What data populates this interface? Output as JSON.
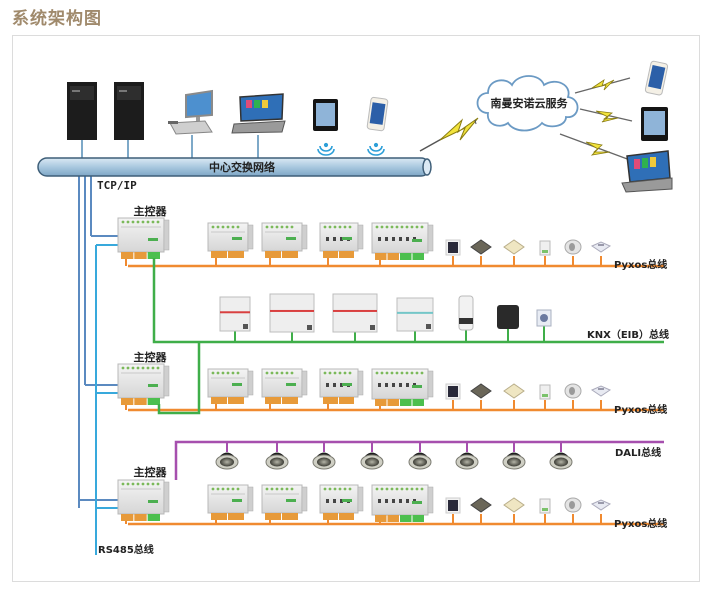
{
  "page_title": "系统架构图",
  "network": {
    "backbone_label": "中心交换网络",
    "protocol_label": "TCP/IP",
    "cloud_label": "南曼安诺云服务"
  },
  "top_devices": [
    {
      "type": "server-tower"
    },
    {
      "type": "server-tower"
    },
    {
      "type": "desktop-computer"
    },
    {
      "type": "laptop"
    },
    {
      "type": "tablet",
      "wireless": true
    },
    {
      "type": "smartphone",
      "wireless": true
    }
  ],
  "cloud_clients": [
    {
      "type": "smartphone"
    },
    {
      "type": "tablet"
    },
    {
      "type": "laptop"
    }
  ],
  "controllers": [
    {
      "label": "主控器"
    },
    {
      "label": "主控器"
    },
    {
      "label": "主控器"
    }
  ],
  "buses": {
    "pyxos_label": "Pyxos总线",
    "knx_label": "KNX（EIB）总线",
    "dali_label": "DALI总线",
    "rs485_label": "RS485总线"
  },
  "pyxos_row_devices": [
    "switch-panel-dark",
    "switch-panel-gray",
    "switch-panel-cream",
    "din-module-small",
    "smoke-sensor",
    "ceiling-sensor"
  ],
  "knx_devices": [
    "din-module-red",
    "din-actuator-wide",
    "din-actuator-wide",
    "din-module-green",
    "cylinder-sensor",
    "black-panel",
    "small-switch"
  ],
  "dali_lamps": 8,
  "colors": {
    "title": "#a08a6c",
    "backbone": "#b9d3e6",
    "tcp_line": "#5b8ac0",
    "rs485_line": "#38a9dc",
    "pyxos_line": "#f08a30",
    "knx_line": "#3fae49",
    "dali_line": "#a64fae",
    "lightning": "#f2e33c"
  }
}
